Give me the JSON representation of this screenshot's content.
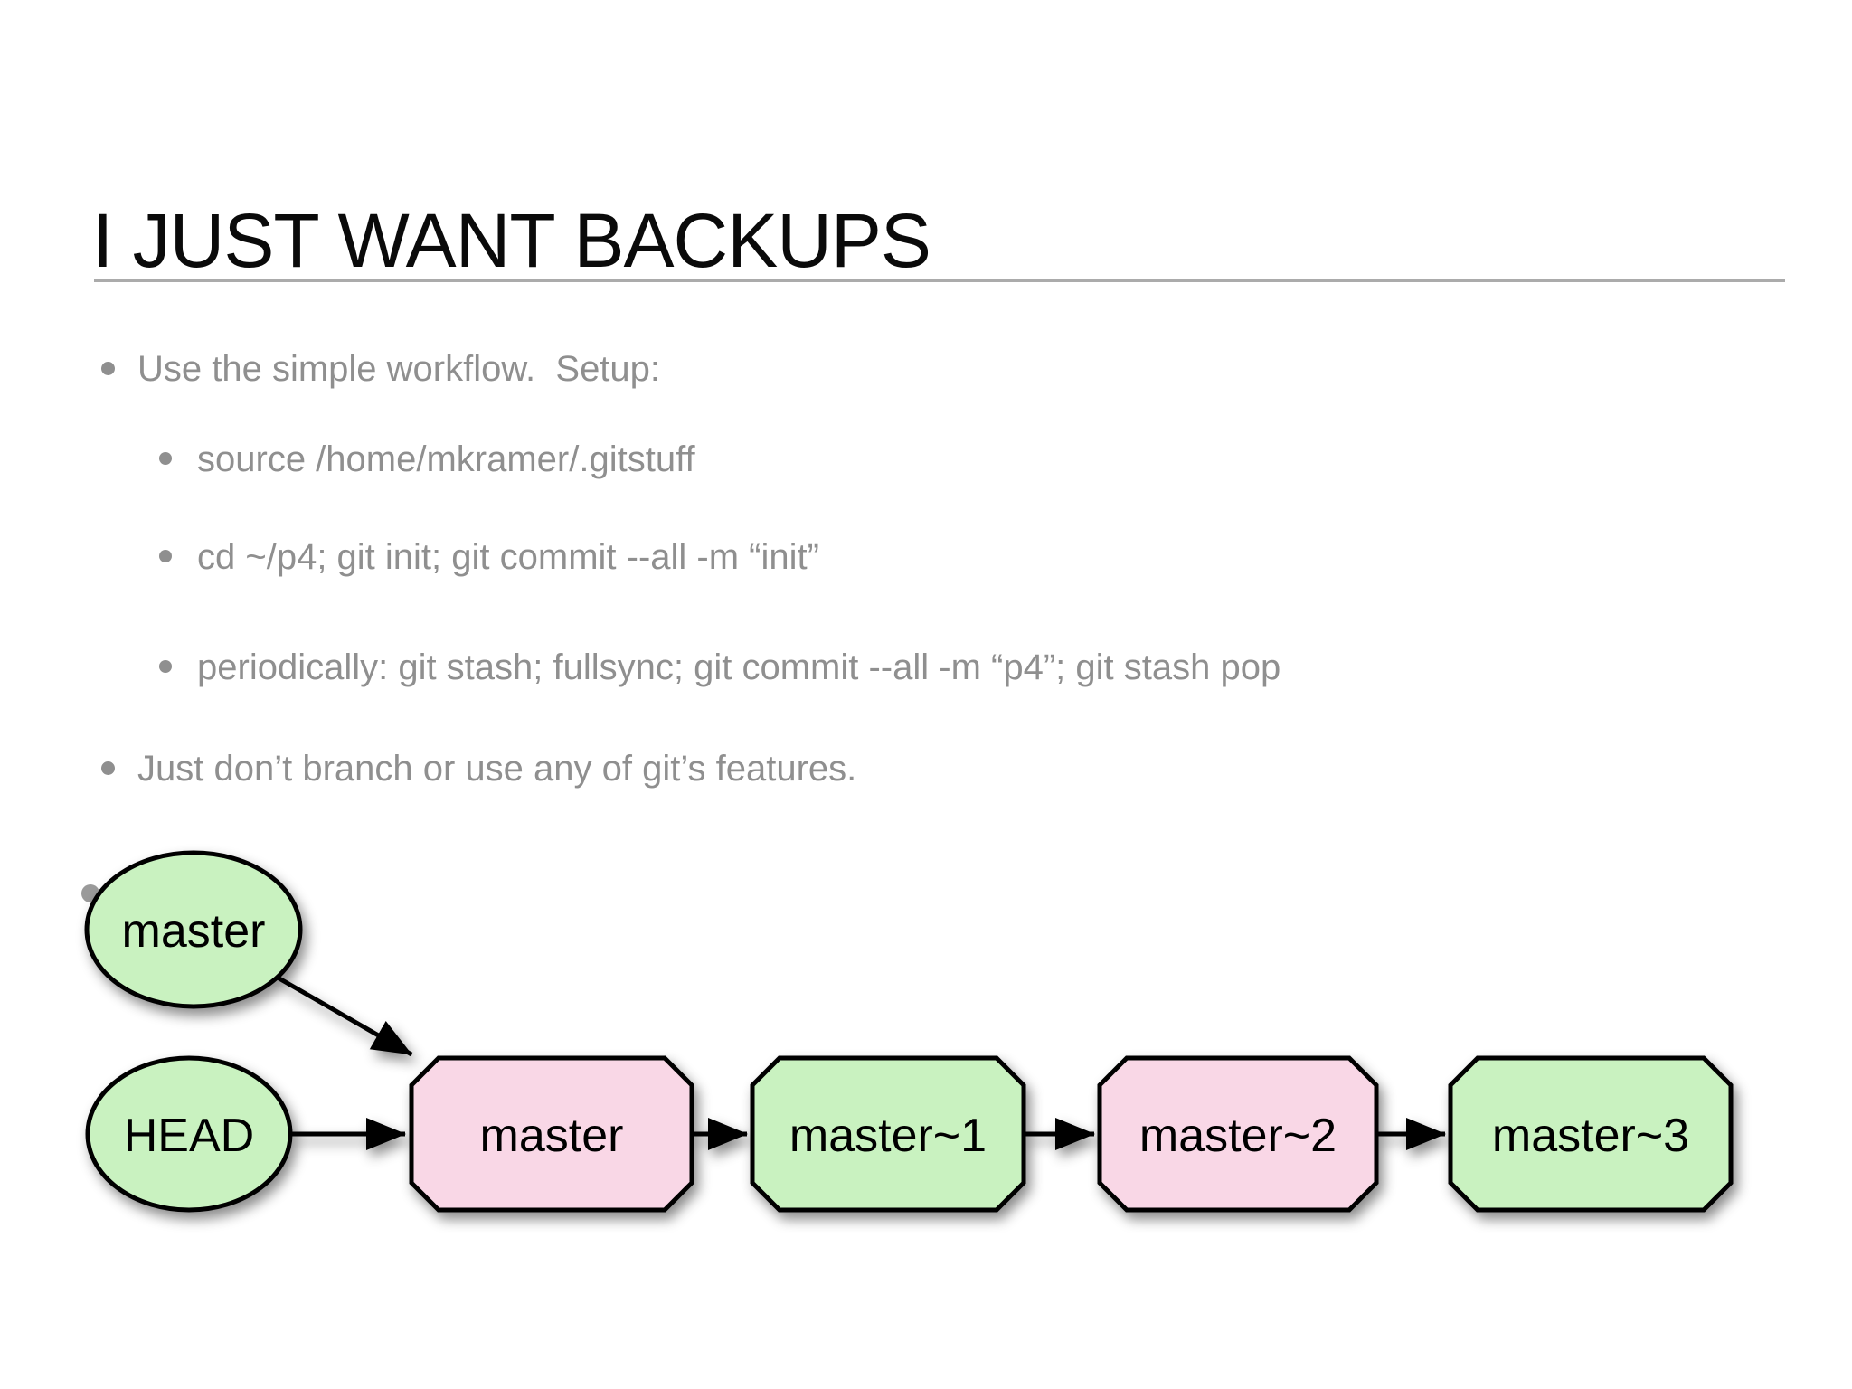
{
  "slide": {
    "title": "I JUST WANT BACKUPS",
    "bullets": [
      {
        "level": 1,
        "text": "Use the simple workflow.  Setup:"
      },
      {
        "level": 2,
        "text": "source /home/mkramer/.gitstuff"
      },
      {
        "level": 2,
        "text": "cd ~/p4; git init; git commit --all -m “init”"
      },
      {
        "level": 2,
        "text": "periodically: git stash; fullsync; git commit --all -m “p4”; git stash pop"
      },
      {
        "level": 1,
        "text": "Just don’t branch or use any of git’s features."
      }
    ]
  },
  "diagram": {
    "nodes": [
      {
        "id": "ref-master",
        "shape": "ellipse",
        "label": "master",
        "fill": "#c9f2c0"
      },
      {
        "id": "ref-head",
        "shape": "ellipse",
        "label": "HEAD",
        "fill": "#c9f2c0"
      },
      {
        "id": "commit-master",
        "shape": "octagon",
        "label": "master",
        "fill": "#f9d7e6"
      },
      {
        "id": "commit-master-1",
        "shape": "octagon",
        "label": "master~1",
        "fill": "#c9f2c0"
      },
      {
        "id": "commit-master-2",
        "shape": "octagon",
        "label": "master~2",
        "fill": "#f9d7e6"
      },
      {
        "id": "commit-master-3",
        "shape": "octagon",
        "label": "master~3",
        "fill": "#c9f2c0"
      }
    ],
    "edges": [
      {
        "from": "ref-master",
        "to": "commit-master"
      },
      {
        "from": "ref-head",
        "to": "commit-master"
      },
      {
        "from": "commit-master",
        "to": "commit-master-1"
      },
      {
        "from": "commit-master-1",
        "to": "commit-master-2"
      },
      {
        "from": "commit-master-2",
        "to": "commit-master-3"
      }
    ],
    "stroke_color": "#000000"
  },
  "colors": {
    "title_text": "#0a0a0a",
    "body_text": "#8f8f8f",
    "divider": "#ababab",
    "background": "#ffffff",
    "node_green": "#c9f2c0",
    "node_pink": "#f9d7e6"
  }
}
